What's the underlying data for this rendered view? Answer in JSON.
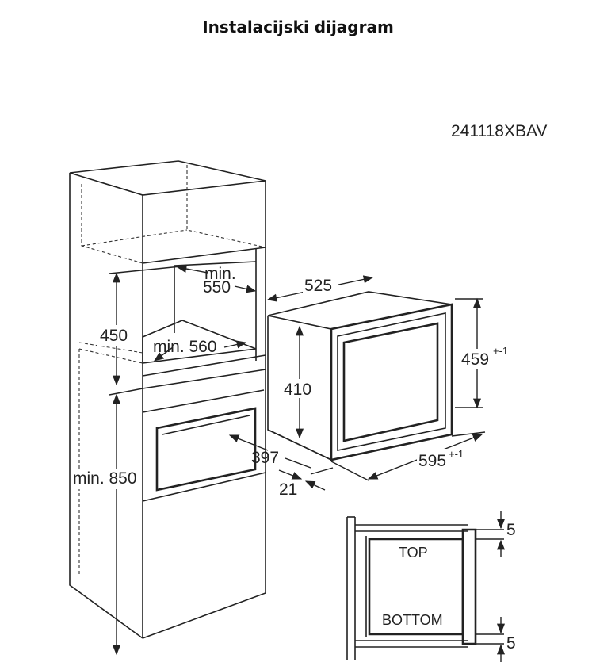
{
  "title": "Instalacijski dijagram",
  "model_code": "241118XBAV",
  "dimensions": {
    "min_550_a": "min.",
    "min_550_b": "550",
    "h_450": "450",
    "min_560": "min. 560",
    "min_850": "min. 850",
    "d_525": "525",
    "h_410": "410",
    "h_459": "459",
    "h_459_tol": "+-1",
    "d_397": "397",
    "w_595": "595",
    "w_595_tol": "+-1",
    "d_21": "21",
    "gap_5_top": "5",
    "gap_5_bottom": "5"
  },
  "labels": {
    "top": "TOP",
    "bottom": "BOTTOM"
  }
}
